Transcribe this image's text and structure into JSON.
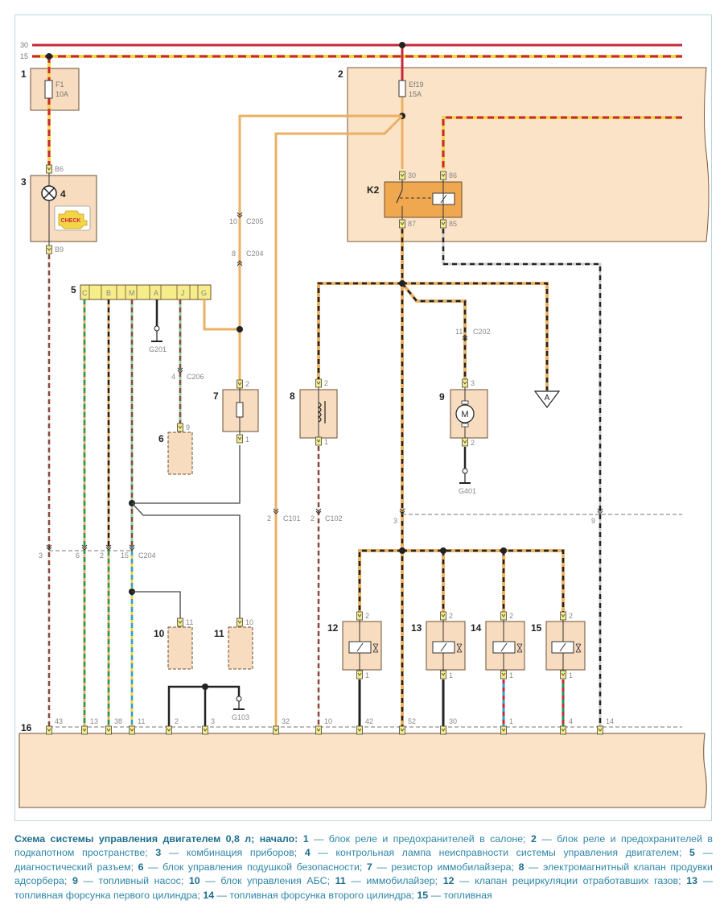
{
  "bus_labels": {
    "b30": "30",
    "b15": "15"
  },
  "components": {
    "c1": {
      "num": "1",
      "fuse": "F1",
      "rating": "10A"
    },
    "c2": {
      "num": "2",
      "fuse": "Ef19",
      "rating": "15A"
    },
    "c3": {
      "num": "3"
    },
    "c4": {
      "num": "4",
      "icon_text": "CHECK"
    },
    "c5": {
      "num": "5",
      "pins": [
        "C",
        "B",
        "M",
        "A",
        "J",
        "G"
      ]
    },
    "c6": {
      "num": "6",
      "pin": "9"
    },
    "c7": {
      "num": "7",
      "pin_top": "2",
      "pin_bottom": "1"
    },
    "c8": {
      "num": "8",
      "pin_top": "2",
      "pin_bottom": "1"
    },
    "c9": {
      "num": "9",
      "pin_top": "3",
      "pin_bottom": "2",
      "motor": "M"
    },
    "c10": {
      "num": "10",
      "pin": "11"
    },
    "c11": {
      "num": "11",
      "pin": "10"
    },
    "c12": {
      "num": "12",
      "pin_top": "2",
      "pin_bottom": "1"
    },
    "c13": {
      "num": "13",
      "pin_top": "2",
      "pin_bottom": "1"
    },
    "c14": {
      "num": "14",
      "pin_top": "2",
      "pin_bottom": "1"
    },
    "c15": {
      "num": "15",
      "pin_top": "2",
      "pin_bottom": "1"
    },
    "c16": {
      "num": "16"
    },
    "k2": {
      "name": "K2",
      "p30": "30",
      "p86": "86",
      "p87": "87",
      "p85": "85"
    },
    "offpage": "A"
  },
  "pins": {
    "b6": "B6",
    "b9": "B9"
  },
  "grounds": {
    "g201": "G201",
    "g401": "G401",
    "g103": "G103"
  },
  "connectors": {
    "c205": {
      "pin": "10",
      "name": "C205"
    },
    "c204a": {
      "pin": "8",
      "name": "C204"
    },
    "c206": {
      "pin": "4",
      "name": "C206"
    },
    "c202": {
      "pin": "11",
      "name": "C202"
    },
    "c101": {
      "pin": "2",
      "name": "C101"
    },
    "c102": {
      "pin": "2",
      "name": "C102"
    },
    "c204b": {
      "pins": [
        "3",
        "6",
        "2",
        "15"
      ],
      "name": "C204"
    },
    "c3_pin": "3",
    "c9_pin": "9"
  },
  "ecu_pins": [
    "43",
    "13",
    "38",
    "11",
    "2",
    "3",
    "32",
    "10",
    "42",
    "52",
    "30",
    "1",
    "4",
    "14"
  ],
  "caption": {
    "title": "Схема системы управления двигателем 0,8 л; начало:",
    "items": [
      {
        "n": "1",
        "t": "блок реле и предохранителей в салоне;"
      },
      {
        "n": "2",
        "t": "блок реле и предохранителей в подкапотном пространстве;"
      },
      {
        "n": "3",
        "t": "комбинация приборов;"
      },
      {
        "n": "4",
        "t": "контрольная лампа неисправности системы управления двигателем;"
      },
      {
        "n": "5",
        "t": "диагностический разъем;"
      },
      {
        "n": "6",
        "t": "блок управления подушкой безопасности;"
      },
      {
        "n": "7",
        "t": "резистор иммобилайзера;"
      },
      {
        "n": "8",
        "t": "электромагнитный клапан продувки адсорбера;"
      },
      {
        "n": "9",
        "t": "топливный насос;"
      },
      {
        "n": "10",
        "t": "блок управления АБС;"
      },
      {
        "n": "11",
        "t": "иммобилайзер;"
      },
      {
        "n": "12",
        "t": "клапан рециркуляции отработавших газов;"
      },
      {
        "n": "13",
        "t": "топливная форсунка первого цилиндра;"
      },
      {
        "n": "14",
        "t": "топливная форсунка второго цилиндра;"
      },
      {
        "n": "15",
        "t": "топливная"
      }
    ]
  },
  "colors": {
    "red": "#c8283a",
    "yellow": "#f5d548",
    "orange": "#eab064",
    "box": "#f8dcc0",
    "relay": "#f0a850",
    "caption": "#2d86a8"
  }
}
